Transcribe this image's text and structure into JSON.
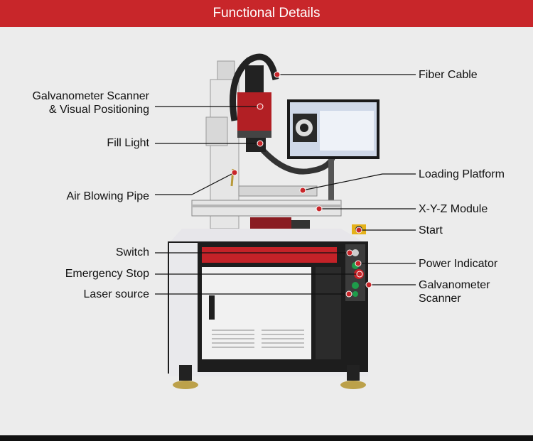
{
  "header": {
    "title": "Functional Details"
  },
  "colors": {
    "header": "#c8262a",
    "marker": "#c8262a",
    "panel": "#e9e9ec"
  },
  "labels": {
    "left": [
      {
        "id": "galvo-visual",
        "lines": [
          "Galvanometer Scanner",
          "& Visual Positioning"
        ]
      },
      {
        "id": "fill-light",
        "lines": [
          "Fill Light"
        ]
      },
      {
        "id": "air-blowing-pipe",
        "lines": [
          "Air Blowing Pipe"
        ]
      },
      {
        "id": "switch",
        "lines": [
          "Switch"
        ]
      },
      {
        "id": "emergency-stop",
        "lines": [
          "Emergency Stop"
        ]
      },
      {
        "id": "laser-source",
        "lines": [
          "Laser source"
        ]
      }
    ],
    "right": [
      {
        "id": "fiber-cable",
        "lines": [
          "Fiber Cable"
        ]
      },
      {
        "id": "loading-platform",
        "lines": [
          "Loading Platform"
        ]
      },
      {
        "id": "xyz-module",
        "lines": [
          "X-Y-Z Module"
        ]
      },
      {
        "id": "start",
        "lines": [
          "Start"
        ]
      },
      {
        "id": "power-indicator",
        "lines": [
          "Power Indicator"
        ]
      },
      {
        "id": "galvo-scanner",
        "lines": [
          "Galvanometer",
          "Scanner"
        ]
      }
    ]
  }
}
